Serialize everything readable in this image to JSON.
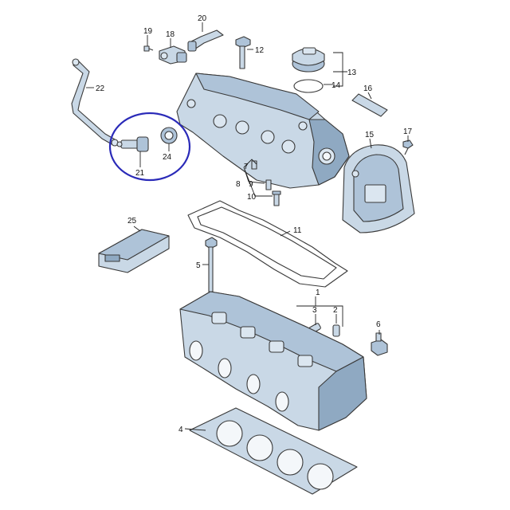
{
  "callouts": {
    "c1": "1",
    "c2": "2",
    "c3": "3",
    "c4": "4",
    "c5": "5",
    "c6": "6",
    "c7": "7",
    "c8": "8",
    "c9": "9",
    "c10": "10",
    "c11": "11",
    "c12": "12",
    "c13": "13",
    "c14": "14",
    "c15": "15",
    "c16": "16",
    "c17": "17",
    "c18": "18",
    "c19": "19",
    "c20": "20",
    "c21": "21",
    "c22": "22",
    "c24": "24",
    "c25": "25"
  },
  "highlight_color": "#2a2ab8",
  "part_colors": {
    "light": "#c9d8e6",
    "mid": "#aec3d8",
    "dark": "#8fa9c2"
  }
}
